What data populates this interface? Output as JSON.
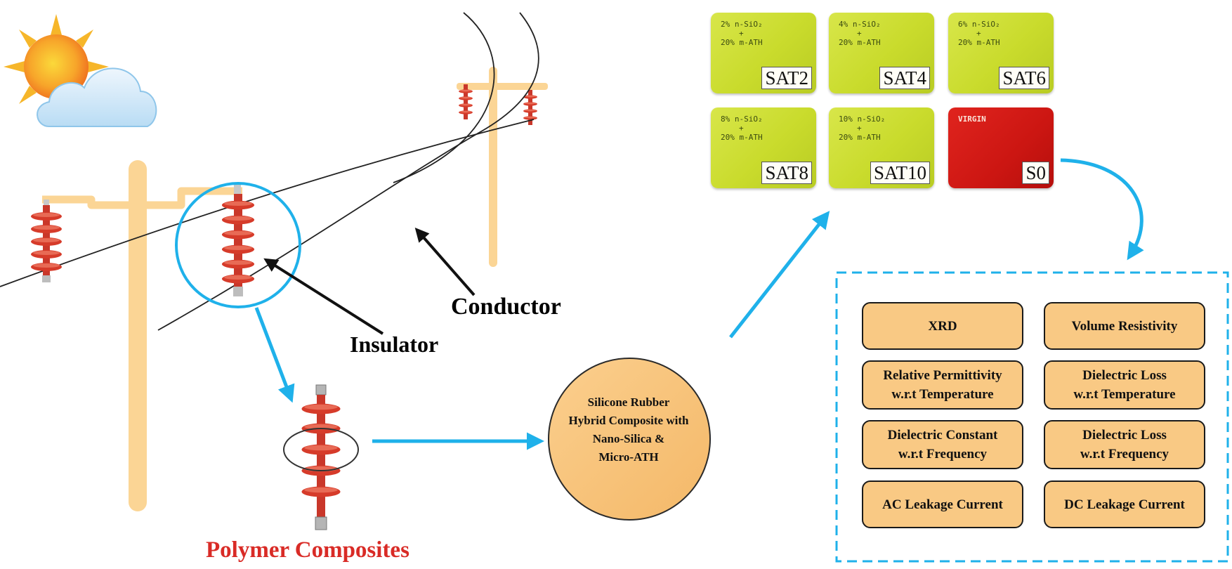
{
  "labels": {
    "conductor": "Conductor",
    "insulator": "Insulator",
    "polymer_composites": "Polymer Composites"
  },
  "composite_circle": {
    "lines": [
      "Silicone Rubber",
      "Hybrid Composite with",
      "Nano-Silica &",
      "Micro-ATH"
    ]
  },
  "samples": [
    {
      "tag": "SAT2",
      "note": [
        "2% n-SiO₂",
        "+",
        "20% m-ATH"
      ],
      "color": "green"
    },
    {
      "tag": "SAT4",
      "note": [
        "4% n-SiO₂",
        "+",
        "20% m-ATH"
      ],
      "color": "green"
    },
    {
      "tag": "SAT6",
      "note": [
        "6% n-SiO₂",
        "+",
        "20% m-ATH"
      ],
      "color": "green"
    },
    {
      "tag": "SAT8",
      "note": [
        "8% n-SiO₂",
        "+",
        "20% m-ATH"
      ],
      "color": "green"
    },
    {
      "tag": "SAT10",
      "note": [
        "10% n-SiO₂",
        "+",
        "20% m-ATH"
      ],
      "color": "green"
    },
    {
      "tag": "S0",
      "note": [
        "VIRGIN"
      ],
      "color": "red"
    }
  ],
  "tests": [
    [
      "XRD"
    ],
    [
      "Volume Resistivity"
    ],
    [
      "Relative Permittivity",
      "w.r.t Temperature"
    ],
    [
      "Dielectric Loss",
      "w.r.t Temperature"
    ],
    [
      "Dielectric Constant",
      "w.r.t Frequency"
    ],
    [
      "Dielectric Loss",
      "w.r.t Frequency"
    ],
    [
      "AC Leakage Current"
    ],
    [
      "DC Leakage Current"
    ]
  ],
  "colors": {
    "arrow": "#1fb1ea",
    "pole": "#fbd595",
    "insulator": "#d63b2a",
    "box_fill": "#f9c984",
    "circle_fill": "#f9c47e",
    "sample_green": "#cbdc30",
    "sample_red": "#d41a15",
    "label_red": "#d92b26"
  },
  "icons": [
    "sun-icon",
    "cloud-icon"
  ]
}
